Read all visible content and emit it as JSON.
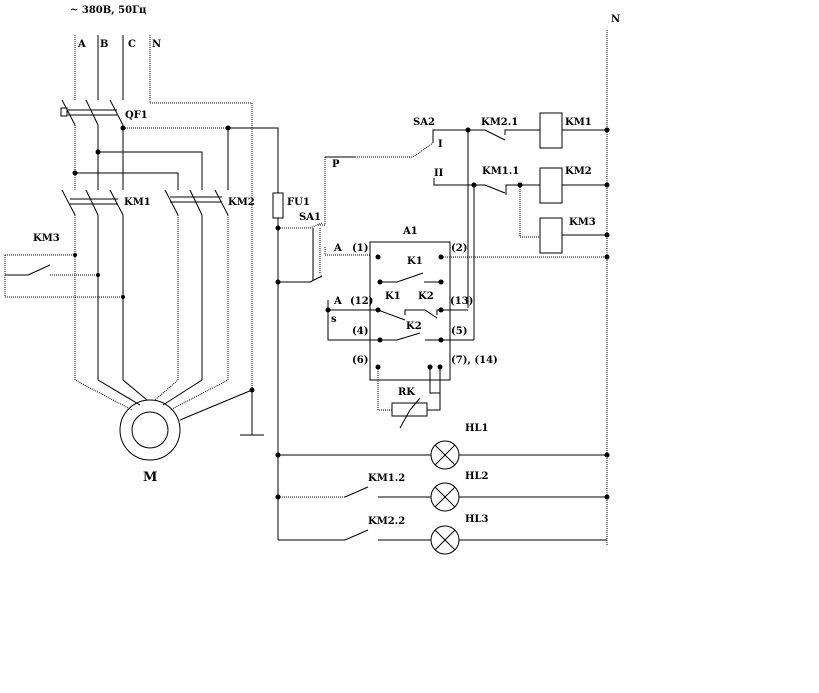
{
  "supply": {
    "title": "~ 380В, 50Гц",
    "phases": [
      "A",
      "B",
      "C",
      "N"
    ],
    "neutral_right": "N"
  },
  "power": {
    "breaker": "QF1",
    "contactor1": "KM1",
    "contactor2": "KM2",
    "contactor3": "KM3",
    "motor": "M",
    "fuse": "FU1"
  },
  "control": {
    "sa1": "SA1",
    "sa2": "SA2",
    "pos_p": "P",
    "pos_i": "I",
    "pos_ii": "II",
    "km2_1": "KM2.1",
    "km1_1": "KM1.1",
    "coil_km1": "KM1",
    "coil_km2": "KM2",
    "coil_km3": "KM3"
  },
  "relay": {
    "name": "A1",
    "k1": "K1",
    "k1b": "K1",
    "k2": "K2",
    "k2b": "K2",
    "a1": "A",
    "a2": "A",
    "s": "s",
    "pin1": "(1)",
    "pin2": "(2)",
    "pin12": "(12)",
    "pin13": "(13)",
    "pin4": "(4)",
    "pin5": "(5)",
    "pin6": "(6)",
    "pin7_14": "(7), (14)",
    "thermistor": "RK"
  },
  "lamps": {
    "hl1": "HL1",
    "hl2": "HL2",
    "hl3": "HL3",
    "km1_2": "KM1.2",
    "km2_2": "KM2.2"
  }
}
